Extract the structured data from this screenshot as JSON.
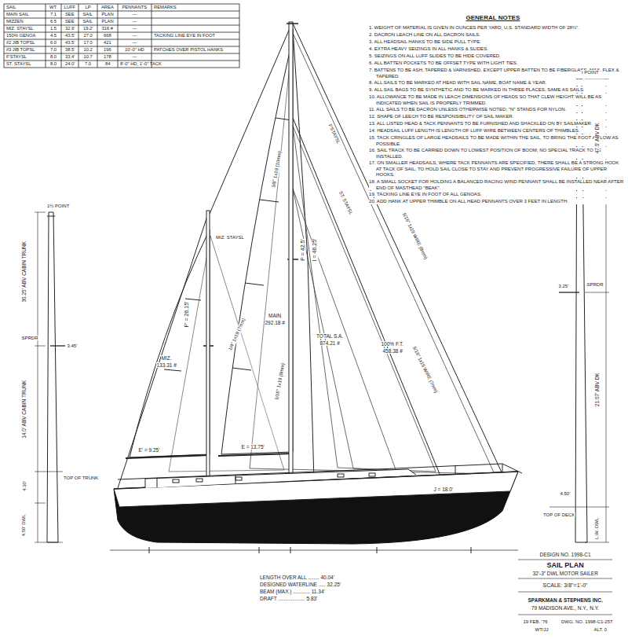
{
  "diagram": {
    "labels": [
      "SAIL",
      "WT.",
      "LUFF",
      "LP",
      "AREA",
      "PENNANTS",
      "REMARKS",
      "MAIN SAIL",
      "7.1",
      "SEE",
      "SAIL",
      "PLAN",
      "—",
      "MIZZEN",
      "6.5",
      "SEE",
      "SAIL",
      "PLAN",
      "—",
      "MIZ. STAYSL",
      "1.5",
      "32.9'",
      "19.2'",
      "316 #",
      "—",
      "150% GENOA",
      "4.5",
      "43.5'",
      "27.0",
      "668",
      "—",
      "TACKING LINE EYE IN FOOT",
      "♯2 JIB TOPSL",
      "6.0",
      "43.5'",
      "17.0",
      "421",
      "—",
      "♯3 JIB TOPSL",
      "7.0",
      "38.5'",
      "10.2",
      "196",
      "10'-0\" HD",
      "PATCHES OVER PISTOL HANKS",
      "F'STAYSL",
      "8.0",
      "33.4'",
      "10.7",
      "178",
      "—",
      "ST. STAYSL",
      "8.0",
      "24.0'",
      "7.0",
      "84",
      "8'-0\" HD, 1'-0\" TACK",
      "GENERAL NOTES",
      "1. WEIGHT OF MATERIAL IS GIVEN IN OUNCES PER YARD, U.S. STANDARD WIDTH OF 28½\".",
      "2. DACRON LEACH LINE ON ALL DACRON SAILS.",
      "3. ALL HEADSAIL HANKS TO BE SIDE PULL TYPE.",
      "4. EXTRA HEAVY SEIZINGS IN ALL HANKS & SLIDES.",
      "5. SEIZINGS ON ALL LUFF SLIDES TO BE HIDE COVERED.",
      "6. ALL BATTEN POCKETS TO BE OFFSET TYPE WITH LIGHT TIES.",
      "7. BATTENS TO BE ASH, TAPERED & VARNISHED, EXCEPT UPPER BATTEN TO BE FIBERGLASS, MAX. FLEX & TAPERED.",
      "8. ALL SAILS TO BE MARKED AT HEAD WITH SAIL NAME, BOAT NAME & YEAR.",
      "9. ALL SAIL BAGS TO BE SYNTHETIC AND TO BE MARKED IN THREE PLACES, SAME AS SAILS.",
      "10. ALLOWANCE TO BE MADE IN LEACH DIMENSIONS OF HEADS SO THAT CLEW HEIGHT WILL BE AS INDICATED WHEN SAIL IS PROPERLY TRIMMED.",
      "11. ALL SAILS TO BE DACRON UNLESS OTHERWISE NOTED; \"N\" STANDS FOR NYLON.",
      "12. SHAPE OF LEECH TO BE RESPONSIBILITY OF SAIL MAKER.",
      "13. ALL LISTED HEAD & TACK PENNANTS TO BE FURNISHED AND SHACKLED ON BY SAILMAKER.",
      "14. HEADSAIL LUFF LENGTH IS LENGTH OF LUFF WIRE BETWEEN CENTERS OF THIMBLES.",
      "15. TACK CRINGLES OF LARGE HEADSAILS TO BE MADE WITHIN THE SAIL, TO BRING THE FOOT AS LOW AS POSSIBLE.",
      "16. SAIL TRACK TO BE CARRIED DOWN TO LOWEST POSITION OF BOOM; NO SPECIAL TRACK TO BE INSTALLED.",
      "17. ON SMALLER HEADSAILS, WHERE TACK PENNANTS ARE SPECIFIED, THERE SHALL BE A STRONG HOOK AT TACK OF SAIL, TO HOLD SAIL CLOSE TO STAY AND PREVENT PROGRESSIVE FAILURE OF UPPER HOOKS.",
      "18. A SMALL SOCKET FOR HOLDING A BALANCED RACING WIND PENNANT SHALL BE INSTALLED NEAR AFTER END OF MASTHEAD \"BEAK\".",
      "19. TACKING LINE EYE IN FOOT OF ALL GENOAS.",
      "20. ADD HANK AT UPPER THIMBLE ON ALL HEAD PENNANTS OVER 3 FEET IN LENGTH.",
      "P = 42.5'",
      "I = 46.25'",
      "MAIN",
      "292.18 #",
      "TOTAL S.A.",
      "874.21 #",
      "100% F.T.",
      "458.38 #",
      "MIZ.",
      "133.31 #",
      "P' = 26.15'",
      "E' = 9.25'",
      "E = 13.75'",
      "J = 18.0'",
      "3/8\" 1x19 (10mm)",
      "5/16\" 1x19 (8mm)",
      "5/16\" 1x19 WIRE (8mm)",
      "5/16\" 1x19 WIRE (7mm)",
      "1/4\" 1x19 (7mm)",
      "MIZ. STAYSL",
      "F'STAYSL",
      "ST. STAYSL",
      "1½ POINT",
      "30.25' ABV CABIN TRUNK",
      "SPRDR",
      "3.45'",
      "14.0' ABV CABIN TRUNK",
      "TOP OF TRUNK",
      "4.30'",
      "4.50' DWL",
      "I POINT",
      "47.0' ABV DK",
      "3.25'",
      "SPRDR",
      "21.07' ABV DK",
      "TOP OF DECK",
      "4.50'",
      "L.W. DWL",
      "LENGTH OVER ALL ........ 40.04'",
      "DESIGNED WATERLINE ..... 32.25'",
      "BEAM (MAX.) ............ 11.34'",
      "DRAFT ................... 5.83'",
      "DESIGN NO. 1998-C1",
      "SAIL PLAN",
      "32'-3\" DWL MOTOR SAILER",
      "SCALE: 3/8\"=1'-0\"",
      "SPARKMAN & STEPHENS INC.",
      "79 MADISON AVE., N.Y., N.Y.",
      "19 FEB. '76",
      "DWG. NO. 1998-C1-25T",
      "WT/JJ",
      "ALT. 0"
    ]
  }
}
